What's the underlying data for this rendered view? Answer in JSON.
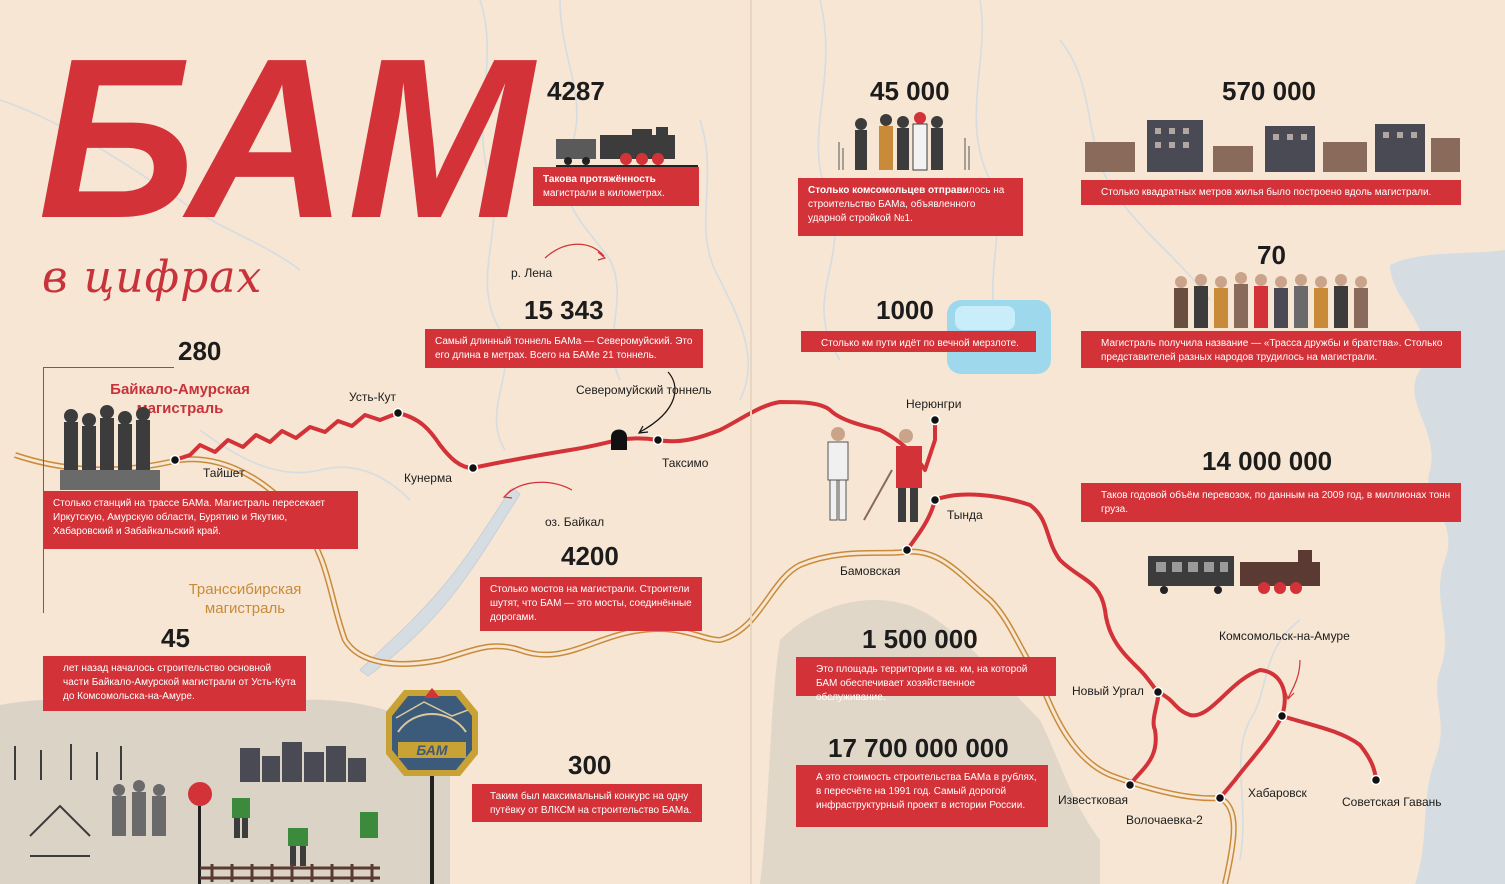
{
  "header": {
    "title": "БАМ",
    "subtitle": "в цифрах"
  },
  "railway_labels": {
    "bam": "Байкало-Амурская магистраль",
    "transsib": "Транссибирская магистраль"
  },
  "emblem": {
    "text": "БАМ"
  },
  "stats": [
    {
      "id": "stations",
      "number": "280",
      "text": "Столько станций на трассе БАМа. Магистраль пересекает Иркутскую, Амурскую области, Бурятию и Якутию, Хабаровский и Забайкальский край."
    },
    {
      "id": "length",
      "number": "4287",
      "text_bold": "Такова протяжённость",
      "text": " магистрали в километрах."
    },
    {
      "id": "tunnel",
      "number": "15 343",
      "text": "Самый длинный тоннель БАМа — Северомуйский. Это его длина в метрах. Всего на БАМе 21 тоннель."
    },
    {
      "id": "komsomol",
      "number": "45 000",
      "text_bold": "Столько комсомольцев отправи",
      "text": "лось на строительство БАМа, объявленного ударной стройкой №1."
    },
    {
      "id": "housing",
      "number": "570 000",
      "text": "Столько квадратных метров жилья было построено вдоль магистрали."
    },
    {
      "id": "permafrost",
      "number": "1000",
      "text": "Столько км пути идёт по вечной мерзлоте."
    },
    {
      "id": "peoples",
      "number": "70",
      "text": "Магистраль получила название — «Трасса дружбы и братства». Столько представителей разных народов трудилось на магистрали."
    },
    {
      "id": "freight",
      "number": "14 000 000",
      "text": "Таков годовой объём перевозок, по данным на 2009 год, в миллионах тонн груза."
    },
    {
      "id": "bridges",
      "number": "4200",
      "text": "Столько мостов на магистрали. Строители шутят, что БАМ — это мосты, соединённые дорогами."
    },
    {
      "id": "years",
      "number": "45",
      "text": "лет назад началось строительство основной части Байкало-Амурской магистрали от Усть-Кута до Комсомольска-на-Амуре."
    },
    {
      "id": "area",
      "number": "1 500 000",
      "text": "Это площадь территории в кв. км, на которой БАМ обеспечивает хозяйственное обслуживание."
    },
    {
      "id": "cost",
      "number": "17 700 000 000",
      "text": "А это стоимость строительства БАМа в рублях, в пересчёте на 1991 год. Самый дорогой инфраструктурный проект в истории России."
    },
    {
      "id": "competition",
      "number": "300",
      "text": "Таким был максимальный конкурс на одну путёвку от ВЛКСМ на строительство БАМа."
    }
  ],
  "places": {
    "lena": "р. Лена",
    "baikal": "оз. Байкал",
    "severomuysky": "Северомуйский тоннель",
    "ust_kut": "Усть-Кут",
    "taishet": "Тайшет",
    "kunerma": "Кунерма",
    "taksimo": "Таксимо",
    "neryungri": "Нерюнгри",
    "tynda": "Тында",
    "bamovskaya": "Бамовская",
    "novy_urgal": "Новый Ургал",
    "komsomolsk": "Комсомольск-на-Амуре",
    "khabarovsk": "Хабаровск",
    "sovetskaya": "Советская Гавань",
    "izvestkovaya": "Известковая",
    "volochaevka": "Волочаевка-2"
  },
  "colors": {
    "accent": "#d23238",
    "background": "#f6e6d3",
    "transsib": "#c98b3a",
    "water": "#d5dde2"
  }
}
